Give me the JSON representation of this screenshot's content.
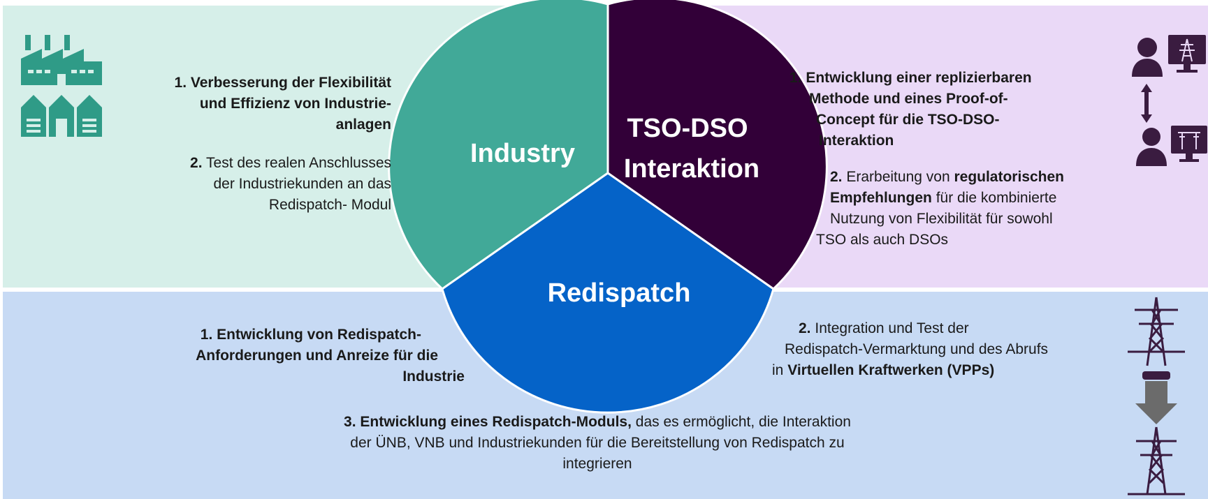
{
  "colors": {
    "industry_bg": "#d6efe9",
    "tso_bg": "#ead9f7",
    "redispatch_bg": "#c7daf4",
    "industry_sector": "#41a998",
    "tso_sector": "#320038",
    "redispatch_sector": "#0563c8",
    "industry_icon": "#2f9b87",
    "tso_icon": "#3a1c40"
  },
  "wheel": {
    "industry_label": "Industry",
    "tso_label_line1": "TSO-DSO",
    "tso_label_line2": "Interaktion",
    "redispatch_label": "Redispatch"
  },
  "industry": {
    "item1_num": "1.",
    "item1_line1": "Verbesserung der Flexibilität",
    "item1_line2": "und Effizienz von Industrie-",
    "item1_line3": "anlagen",
    "item2_num": "2.",
    "item2_line1": "Test des realen Anschlusses",
    "item2_line2": "der Industriekunden an das",
    "item2_line3": "Redispatch- Modul"
  },
  "tso": {
    "item1_line1": "1. Entwicklung einer replizierbaren",
    "item1_line2": "Methode und eines Proof-of-",
    "item1_line3": "Concept für die TSO-DSO-",
    "item1_line4": "Interaktion",
    "item2_num": "2.",
    "item2_a": "Erarbeitung von",
    "item2_b": "regulatorischen",
    "item2_c": "Empfehlungen",
    "item2_d": "für die kombinierte",
    "item2_line3": "Nutzung von Flexibilität für sowohl",
    "item2_line4": "TSO als auch DSOs"
  },
  "redispatch": {
    "item1_line1": "1. Entwicklung von Redispatch-",
    "item1_line2": "Anforderungen und Anreize für die",
    "item1_line3": "Industrie",
    "item2_num": "2.",
    "item2_line1": "Integration und Test der",
    "item2_line2": "Redispatch-Vermarktung und des Abrufs",
    "item2_line3_a": "in",
    "item2_line3_b": "Virtuellen Kraftwerken (VPPs)",
    "item3_bold": "3. Entwicklung eines Redispatch-Moduls,",
    "item3_rest": "das es ermöglicht, die Interaktion",
    "item3_line2": "der ÜNB, VNB und Industriekunden für die Bereitstellung von Redispatch zu",
    "item3_line3": "integrieren"
  },
  "icons": {
    "industry": [
      "factory-icon",
      "warehouse-icon"
    ],
    "tso": [
      "operator-monitor-icon",
      "double-arrow-icon",
      "operator-monitor-icon"
    ],
    "redispatch": [
      "transmission-tower-icon",
      "down-arrow-icon",
      "transmission-tower-icon"
    ]
  }
}
